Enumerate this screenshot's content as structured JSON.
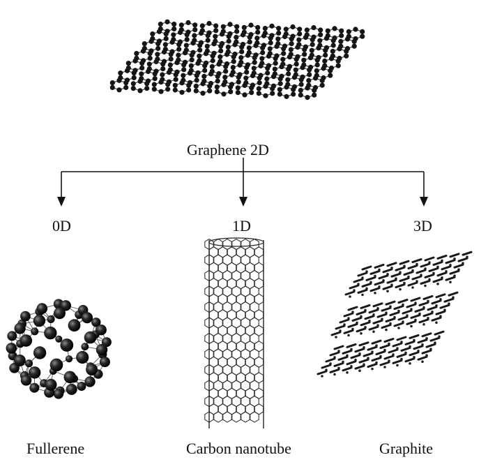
{
  "top": {
    "label": "Graphene 2D"
  },
  "branches": [
    {
      "dimension": "0D",
      "name": "Fullerene"
    },
    {
      "dimension": "1D",
      "name": "Carbon nanotube"
    },
    {
      "dimension": "3D",
      "name": "Graphite"
    }
  ],
  "colors": {
    "ink": "#111111",
    "bond": "#555555",
    "atom": "#1a1a1a"
  }
}
